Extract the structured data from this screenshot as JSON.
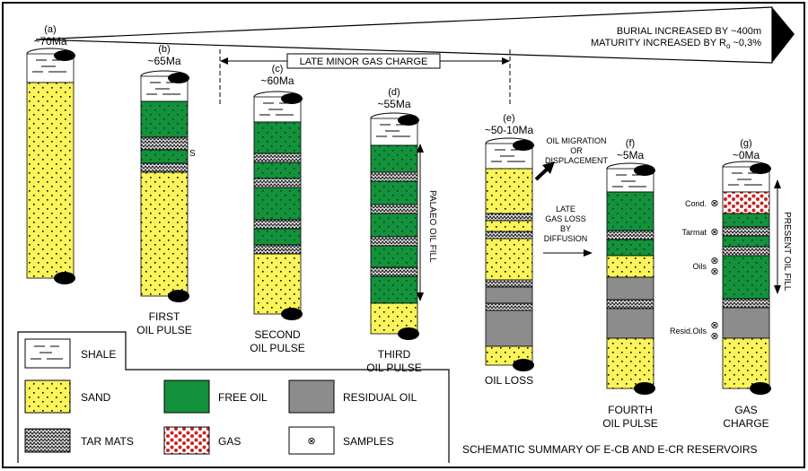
{
  "stages": [
    {
      "id": "a",
      "letter": "(a)",
      "age": "~70Ma",
      "caption": []
    },
    {
      "id": "b",
      "letter": "(b)",
      "age": "~65Ma",
      "caption": [
        "FIRST",
        "OIL PULSE"
      ]
    },
    {
      "id": "c",
      "letter": "(c)",
      "age": "~60Ma",
      "caption": [
        "SECOND",
        "OIL PULSE"
      ]
    },
    {
      "id": "d",
      "letter": "(d)",
      "age": "~55Ma",
      "caption": [
        "THIRD",
        "OIL PULSE"
      ]
    },
    {
      "id": "e",
      "letter": "(e)",
      "age": "~50-10Ma",
      "caption": [
        "OIL LOSS"
      ]
    },
    {
      "id": "f",
      "letter": "(f)",
      "age": "~5Ma",
      "caption": [
        "FOURTH",
        "OIL PULSE"
      ]
    },
    {
      "id": "g",
      "letter": "(g)",
      "age": "~0Ma",
      "caption": [
        "GAS",
        "CHARGE"
      ]
    }
  ],
  "burial": {
    "line1": "BURIAL INCREASED BY ~400m",
    "line2_prefix": "MATURITY INCREASED BY R",
    "line2_sub": "o",
    "line2_suffix": " ~0,3%"
  },
  "gas_charge_label": "LATE MINOR GAS CHARGE",
  "s_marker": "S",
  "palaeo_fill": "PALAEO OIL FILL",
  "present_fill": "PRESENT OIL FILL",
  "oil_migration": [
    "OIL MIGRATION",
    "OR",
    "DISPLACEMENT"
  ],
  "gas_loss": [
    "LATE",
    "GAS LOSS",
    "BY",
    "DIFFUSION"
  ],
  "samples": [
    "Cond.",
    "Tarmat",
    "Oils",
    "Resid.Oils"
  ],
  "sample_symbol": "⊗",
  "legend": {
    "shale": "SHALE",
    "sand": "SAND",
    "tar": "TAR MATS",
    "free_oil": "FREE OIL",
    "gas": "GAS",
    "residual": "RESIDUAL OIL",
    "samples": "SAMPLES"
  },
  "summary_title": "SCHEMATIC SUMMARY OF E-CB AND E-CR RESERVOIRS",
  "colors": {
    "sand": "#fbf45a",
    "free_oil": "#14913c",
    "residual": "#8c8c8c",
    "gas_dot": "#cc2222",
    "tar": "#bfbfbf"
  }
}
